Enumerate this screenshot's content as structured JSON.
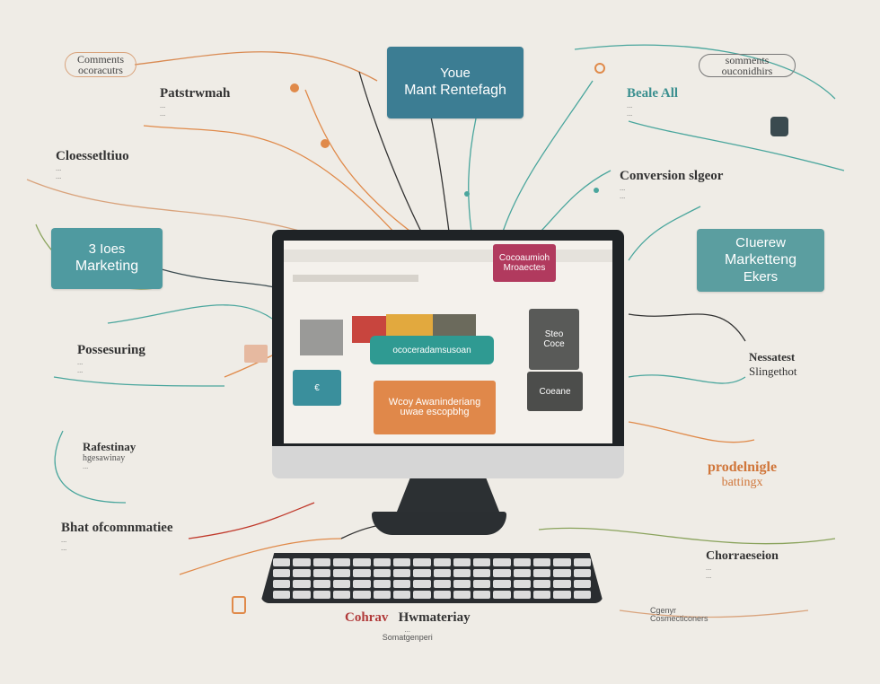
{
  "boxes": {
    "top": {
      "line1": "Youe",
      "line2": "Mant Rentefagh",
      "color": "#3c7d93"
    },
    "left": {
      "line1": "3 Ioes",
      "line2": "Marketing",
      "color": "#4f9aa0"
    },
    "right": {
      "line1": "CIuerew",
      "line2": "Marketteng",
      "line3": "Ekers",
      "color": "#5b9ea0"
    }
  },
  "labels": {
    "top_left_pill": {
      "line1": "Comments",
      "line2": "ocoracutrs"
    },
    "top_right_pill": {
      "line1": "somments",
      "line2": "ouconidhirs"
    },
    "patstrowmah": {
      "title": "Patstrwmah",
      "line1": "...",
      "line2": "..."
    },
    "closeestlion": {
      "title": "Cloessetltiuo",
      "line1": "...",
      "line2": "..."
    },
    "possessuring": {
      "title": "Possesuring",
      "line1": "...",
      "line2": "..."
    },
    "rafestriay": {
      "title": "Rafestinay",
      "line1": "hgesawinay",
      "line2": "..."
    },
    "bhat": {
      "title": "Bhat ofcomnmatiee",
      "line1": "...",
      "line2": "..."
    },
    "beale_all": {
      "title": "Beale All",
      "line1": "...",
      "line2": "..."
    },
    "conversion": {
      "title": "Conversion slgeor",
      "line1": "...",
      "line2": "..."
    },
    "nessatest": {
      "title": "Nessatest",
      "line2": "Slingethot"
    },
    "productigle": {
      "title": "prodelnigle",
      "line2": "battingx"
    },
    "chorrateion": {
      "title": "Chorraeseion",
      "line1": "...",
      "line2": "..."
    },
    "bottom_right_small": {
      "line1": "Cgenyr",
      "line2": "Cosmecticoners"
    },
    "bottom_center": {
      "title_a": "Cohrav",
      "title_b": "Hwmateriay",
      "line1": "...",
      "line2": "Somatgenperi"
    }
  },
  "screen": {
    "top_card": {
      "line1": "Cocoaumioh",
      "line2": "Mroaectes",
      "color": "#b13a5e"
    },
    "teal_card": {
      "text": "ococeradamsusoan",
      "color": "#2f9a92"
    },
    "orange_card": {
      "line1": "Wcoy Awaninderiang",
      "line2": "uwae escopbhg",
      "color": "#e0884a"
    },
    "grey_card_1": {
      "line1": "Steo",
      "line2": "Coce",
      "color": "#595a58"
    },
    "grey_card_2": {
      "text": "Coeane",
      "color": "#4c4d4b"
    },
    "small_teal": {
      "text": "€",
      "color": "#3a8f9c"
    }
  },
  "colors": {
    "background": "#efece6",
    "line_teal": "#4aa69d",
    "line_orange": "#e08a4a",
    "line_dark": "#333333",
    "line_green": "#8aa35c"
  }
}
